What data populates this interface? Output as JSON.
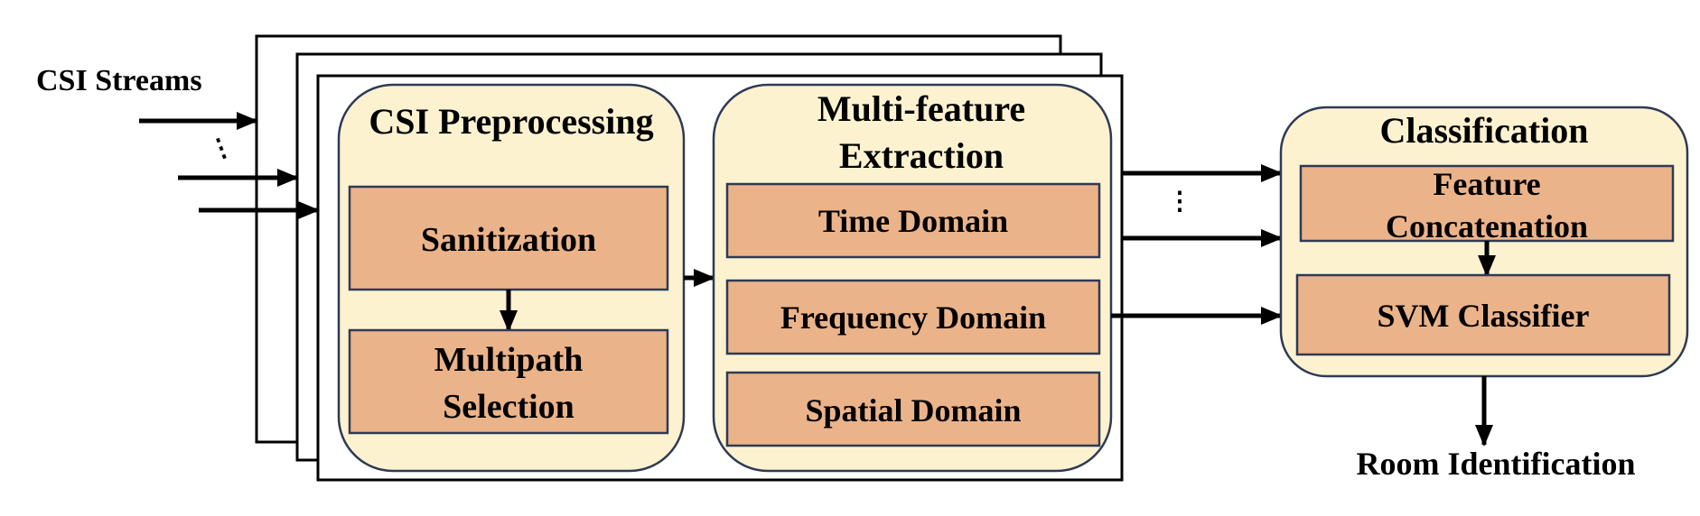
{
  "input": {
    "label": "CSI Streams",
    "ellipsis": "⋮"
  },
  "preprocessing": {
    "title": "CSI Preprocessing",
    "sanitization": "Sanitization",
    "multipath_line1": "Multipath",
    "multipath_line2": "Selection"
  },
  "extraction": {
    "title_line1": "Multi-feature",
    "title_line2": "Extraction",
    "time": "Time Domain",
    "frequency": "Frequency Domain",
    "spatial": "Spatial Domain"
  },
  "outputs": {
    "ellipsis": "⋮"
  },
  "classification": {
    "title": "Classification",
    "concat_line1": "Feature",
    "concat_line2": "Concatenation",
    "svm": "SVM Classifier"
  },
  "result": {
    "label": "Room Identification"
  },
  "colors": {
    "panel_fill": "#FDF2D0",
    "panel_stroke": "#2E3A55",
    "box_fill": "#EBB38A",
    "box_stroke": "#2E3A55",
    "line": "#000000"
  }
}
